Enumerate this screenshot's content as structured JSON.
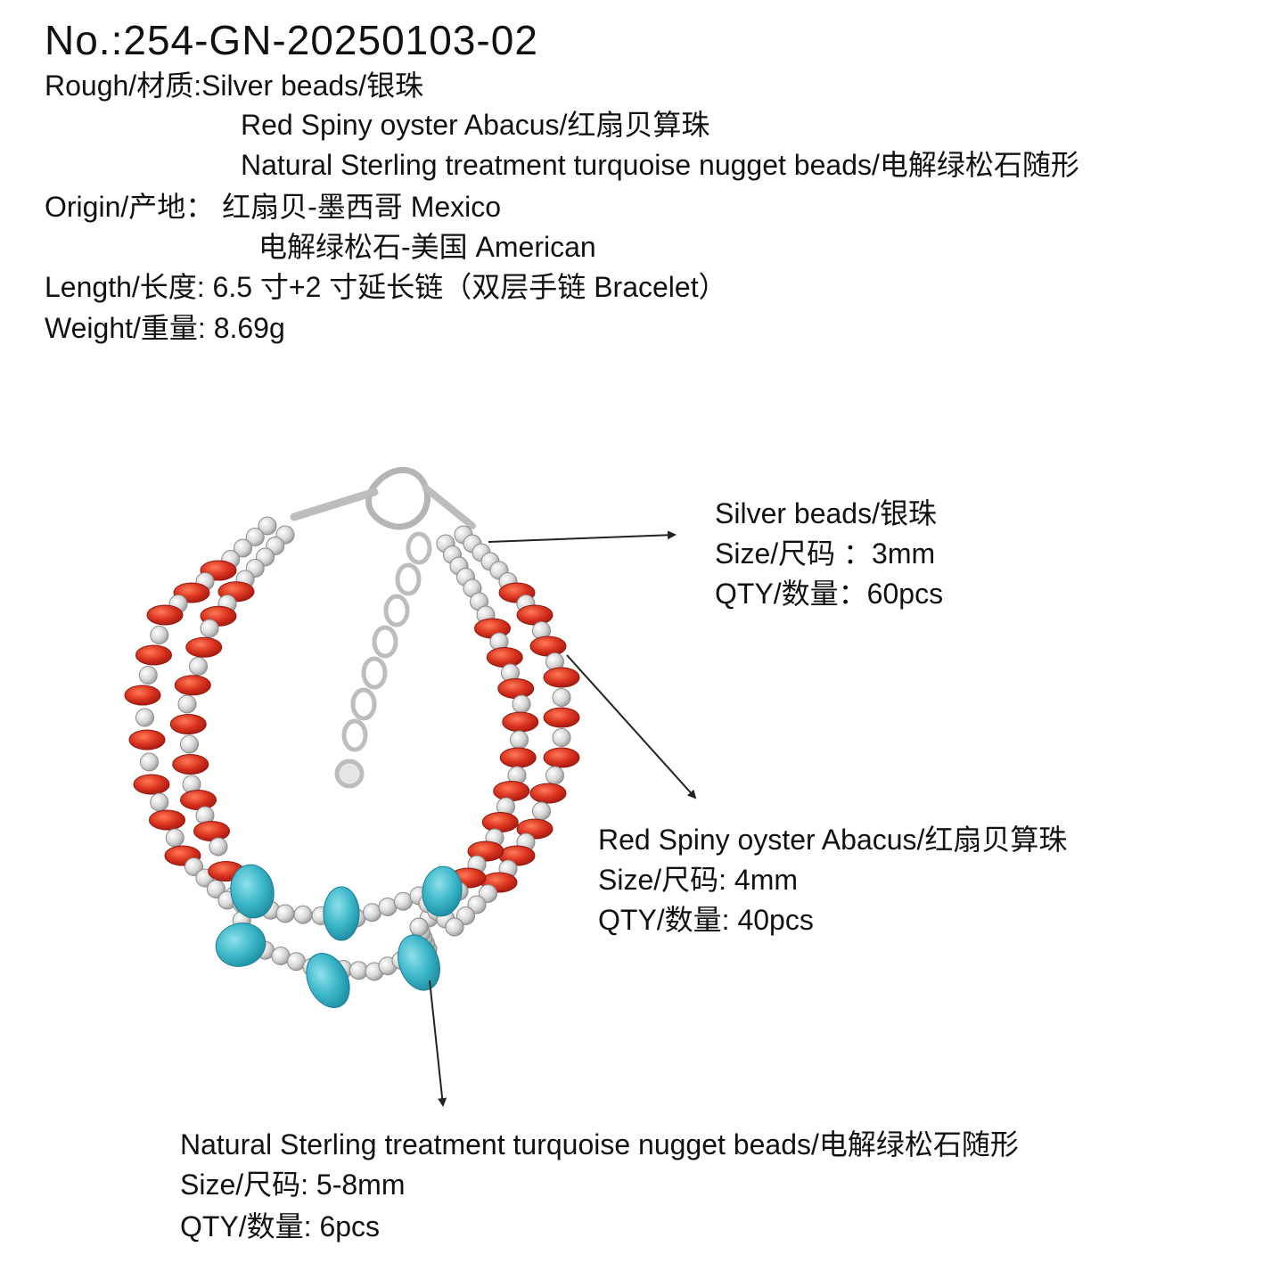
{
  "header": {
    "number": "No.:254-GN-20250103-02",
    "rough_line1": "Rough/材质:Silver beads/银珠",
    "rough_line2": "Red Spiny oyster Abacus/红扇贝算珠",
    "rough_line3": "Natural Sterling treatment turquoise nugget beads/电解绿松石随形",
    "origin_line1": "Origin/产地： 红扇贝-墨西哥 Mexico",
    "origin_line2": "电解绿松石-美国 American",
    "length": "Length/长度: 6.5 寸+2 寸延长链（双层手链 Bracelet）",
    "weight": "Weight/重量: 8.69g"
  },
  "callouts": {
    "silver": {
      "name": "Silver beads/银珠",
      "size": "Size/尺码 ：3mm",
      "qty": "QTY/数量：60pcs"
    },
    "spiny": {
      "name": "Red Spiny oyster Abacus/红扇贝算珠",
      "size": "Size/尺码: 4mm",
      "qty": "QTY/数量: 40pcs"
    },
    "turquoise": {
      "name": "Natural Sterling treatment turquoise nugget beads/电解绿松石随形",
      "size": "Size/尺码: 5-8mm",
      "qty": "QTY/数量: 6pcs"
    }
  },
  "colors": {
    "silver": "#d9d9d9",
    "spiny_red": "#d9331f",
    "turquoise": "#3cb7c9",
    "text": "#111111"
  }
}
